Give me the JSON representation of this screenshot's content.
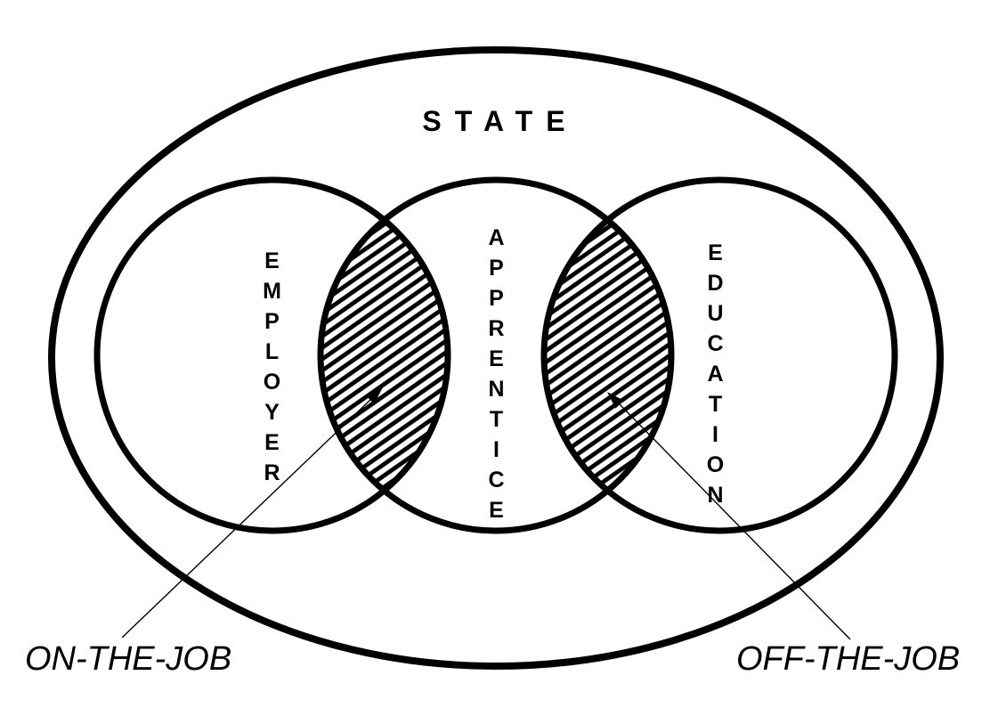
{
  "diagram": {
    "type": "venn-diagram",
    "background": "#ffffff",
    "ink": "#000000",
    "outer_label": "STATE",
    "sets": [
      {
        "label": "EMPLOYER"
      },
      {
        "label": "APPRENTICE"
      },
      {
        "label": "EDUCATION"
      }
    ],
    "intersections": [
      {
        "label": "ON-THE-JOB",
        "between": [
          "EMPLOYER",
          "APPRENTICE"
        ],
        "fill": "diagonal-hatch"
      },
      {
        "label": "OFF-THE-JOB",
        "between": [
          "APPRENTICE",
          "EDUCATION"
        ],
        "fill": "diagonal-hatch"
      }
    ]
  }
}
